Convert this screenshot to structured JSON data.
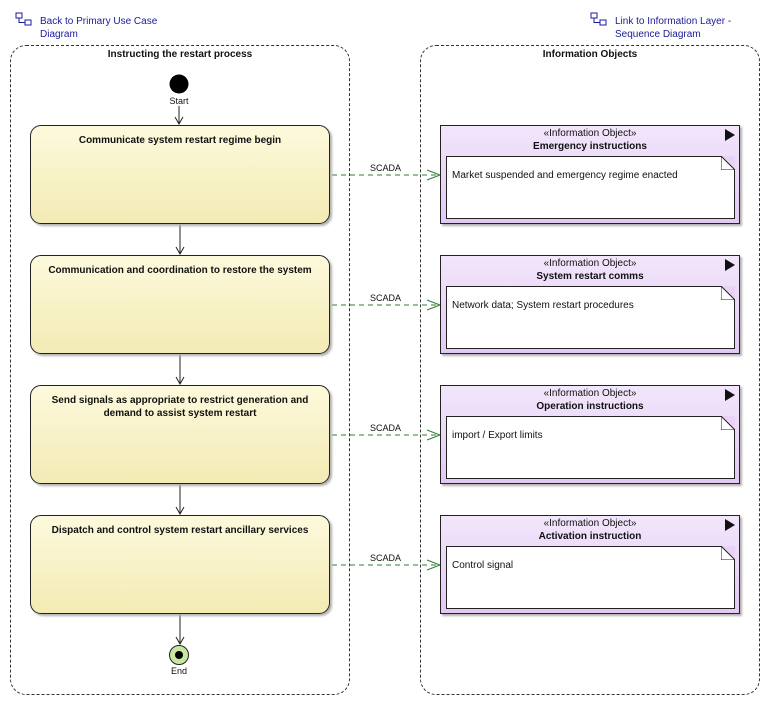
{
  "links": {
    "back_line1": "Back to Primary Use Case",
    "back_line2": "Diagram",
    "info_line1": "Link to Information Layer -",
    "info_line2": "Sequence Diagram"
  },
  "lanes": {
    "left_title": "Instructing the restart process",
    "right_title": "Information Objects"
  },
  "nodes": {
    "start": "Start",
    "end": "End"
  },
  "actions": [
    {
      "label": "Communicate system restart regime begin"
    },
    {
      "label": "Communication and coordination to restore the system"
    },
    {
      "label": "Send signals as appropriate to restrict generation and demand to assist system restart"
    },
    {
      "label": "Dispatch and control system restart ancillary services"
    }
  ],
  "flows": [
    {
      "label": "SCADA"
    },
    {
      "label": "SCADA"
    },
    {
      "label": "SCADA"
    },
    {
      "label": "SCADA"
    }
  ],
  "info_objects": [
    {
      "stereotype": "«Information Object»",
      "name": "Emergency instructions",
      "note": "Market suspended and emergency regime enacted"
    },
    {
      "stereotype": "«Information Object»",
      "name": "System restart comms",
      "note": "Network data; System restart procedures"
    },
    {
      "stereotype": "«Information Object»",
      "name": "Operation instructions",
      "note": "import / Export limits"
    },
    {
      "stereotype": "«Information Object»",
      "name": "Activation instruction",
      "note": "Control signal"
    }
  ],
  "colors": {
    "action_fill": "#f3ebb4",
    "info_fill": "#e2c9f4",
    "link_text": "#1a1a9c",
    "flow_line": "#2e7d32",
    "end_fill": "#c8e6a0"
  }
}
